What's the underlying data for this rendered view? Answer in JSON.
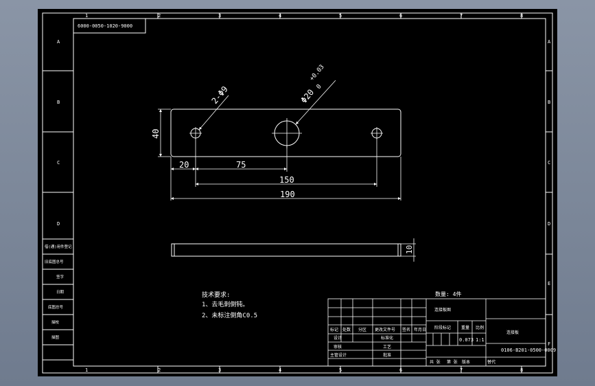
{
  "drawing_number_top": "6000-0050-1020-9000",
  "drawing_number_bottom": "0106-B201-0500-0009",
  "col_labels": [
    "1",
    "2",
    "3",
    "4",
    "5",
    "6",
    "7",
    "8"
  ],
  "row_labels": [
    "A",
    "B",
    "C",
    "D",
    "E",
    "F"
  ],
  "dimensions": {
    "width_overall": "190",
    "hole_span": "150",
    "hole_to_center": "75",
    "edge_to_hole": "20",
    "height": "40",
    "thickness": "10",
    "small_holes": "2-Φ9",
    "center_hole_dia": "Φ20",
    "center_hole_tol_upper": "+0.03",
    "center_hole_tol_lower": "0"
  },
  "notes": {
    "title": "技术要求:",
    "line1": "1、去毛刺倒钝。",
    "line2": "2、未标注倒角C0.5"
  },
  "left_strip_labels": [
    "借(通)用件登记",
    "旧底图总号",
    "签字",
    "日期",
    "底图总号",
    "描校",
    "描图"
  ],
  "title_block": {
    "quantity": "数量: 4件",
    "title_label": "连接板图",
    "stage_mark": "阶段标记",
    "weight_label": "重量",
    "scale_label": "比例",
    "weight": "0.073",
    "scale": "1:1",
    "part_name": "连接板",
    "header_cells": [
      "标记",
      "处数",
      "分区",
      "更改文件号",
      "签名",
      "年月日"
    ],
    "row_design": "设计",
    "row_standard": "标准化",
    "row_check": "审核",
    "row_craft": "工艺",
    "row_supervisor": "主管设计",
    "row_approve": "批准",
    "sheet_total": "共 张",
    "sheet_num": "第 张",
    "version": "版本",
    "replace": "替代"
  }
}
